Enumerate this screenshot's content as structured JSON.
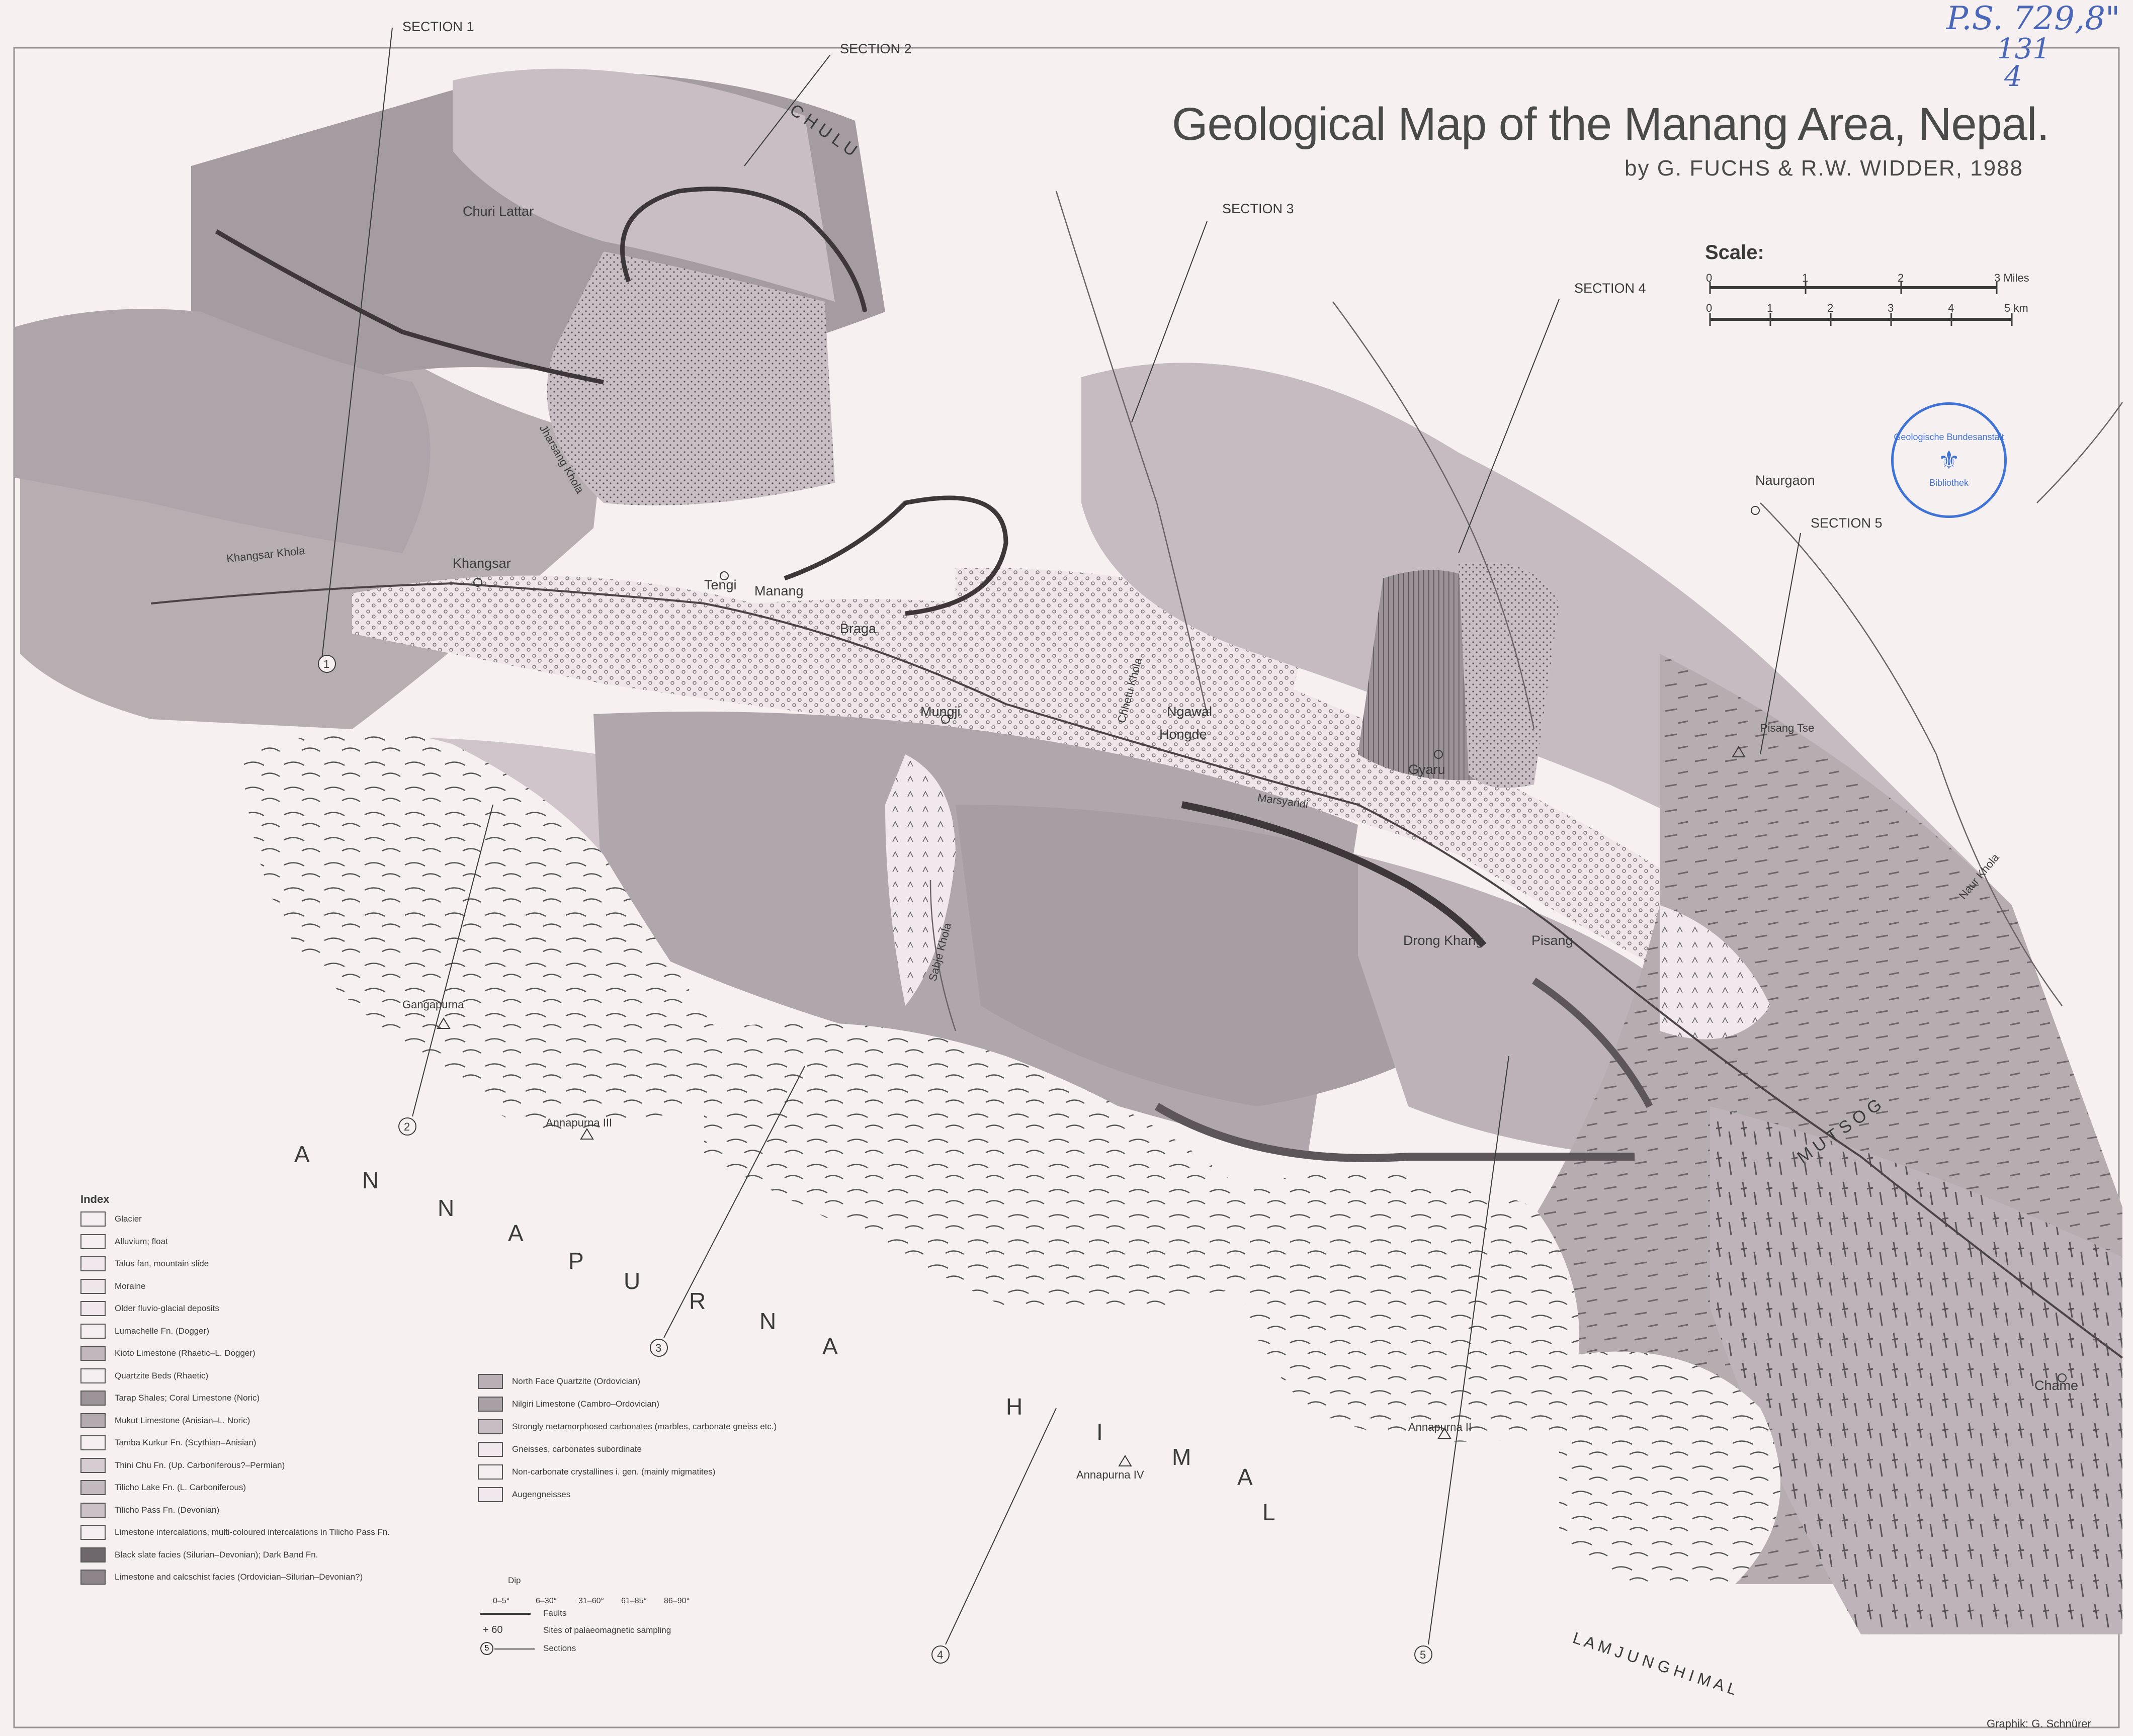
{
  "map": {
    "title": "Geological Map of the Manang Area, Nepal.",
    "authors": "by G. FUCHS & R.W. WIDDER, 1988",
    "catalog_note_line1": "P.S. 729,8\"",
    "catalog_note_line2": "131",
    "catalog_note_line3": "4",
    "credit": "Graphik: G. Schnürer",
    "colors": {
      "paper": "#f7f0f1",
      "dark_unit": "#8d8589",
      "mid_unit": "#b4abb0",
      "light_unit": "#d3c9ce",
      "pale_unit": "#e6dee2",
      "ink": "#3a3a3a",
      "stamp": "#3f73d6"
    }
  },
  "scale": {
    "title": "Scale:",
    "miles_ticks": [
      "0",
      "1",
      "2",
      "3 Miles"
    ],
    "km_ticks": [
      "0",
      "1",
      "2",
      "3",
      "4",
      "5 km"
    ]
  },
  "sections": {
    "s1": "SECTION 1",
    "s2": "SECTION 2",
    "s3": "SECTION 3",
    "s4": "SECTION 4",
    "s5": "SECTION 5",
    "m1": "1",
    "m2": "2",
    "m3": "3",
    "m4": "4",
    "m5": "5"
  },
  "places": {
    "churi_lattar": "Churi Lattar",
    "khangsar": "Khangsar",
    "khangsar_khola": "Khangsar Khola",
    "tengi": "Tengi",
    "manang": "Manang",
    "braga": "Braga",
    "mungji": "Mungji",
    "ngawal": "Ngawal",
    "hongde": "Hongde",
    "gyaru": "Gyaru",
    "pisang_tse": "Pisang Tse",
    "naurgaon": "Naurgaon",
    "drong_khang": "Drong Khang",
    "pisang": "Pisang",
    "chame": "Chame",
    "gangapurna": "Gangapurna",
    "annapurna_iii": "Annapurna III",
    "annapurna_ii": "Annapurna II",
    "annapurna_iv": "Annapurna IV",
    "naur_khola": "Naur Khola",
    "marsyandi": "Marsyandi",
    "chhetu_khola": "Chhetu Khola",
    "sabje_khola": "Sabje Khola",
    "jharsang_khola": "Jharsang Khola"
  },
  "big_names": {
    "annapurna_himal": [
      "A",
      "N",
      "N",
      "A",
      "P",
      "U",
      "R",
      "N",
      "A",
      "H",
      "I",
      "M",
      "A",
      "L"
    ],
    "chulu": "C H U L U",
    "mutsog": "M U T S O G",
    "lamjung_himal": "L A M J U N G   H I M A L"
  },
  "legend": {
    "title": "Index",
    "left": [
      {
        "label": "Glacier",
        "fill": "#f4eef0"
      },
      {
        "label": "Alluvium; float",
        "fill": "#f4eef0"
      },
      {
        "label": "Talus fan, mountain slide",
        "fill": "#f0e8ec"
      },
      {
        "label": "Moraine",
        "fill": "#efe6ea"
      },
      {
        "label": "Older fluvio-glacial deposits",
        "fill": "#f0e8ec"
      },
      {
        "label": "Lumachelle Fn. (Dogger)",
        "fill": "#f4eef0"
      },
      {
        "label": "Kioto Limestone (Rhaetic–L. Dogger)",
        "fill": "#c0b6bb"
      },
      {
        "label": "Quartzite Beds (Rhaetic)",
        "fill": "#f4eef0"
      },
      {
        "label": "Tarap Shales; Coral Limestone (Noric)",
        "fill": "#9b9397"
      },
      {
        "label": "Mukut Limestone (Anisian–L. Noric)",
        "fill": "#b4abb0"
      },
      {
        "label": "Tamba Kurkur Fn. (Scythian–Anisian)",
        "fill": "#f4eef0"
      },
      {
        "label": "Thini Chu Fn. (Up. Carboniferous?–Permian)",
        "fill": "#d6ccd1"
      },
      {
        "label": "Tilicho Lake Fn. (L. Carboniferous)",
        "fill": "#c3b9be"
      },
      {
        "label": "Tilicho Pass Fn. (Devonian)",
        "fill": "#cbc1c6"
      },
      {
        "label": "Limestone intercalations, multi-coloured intercalations in Tilicho Pass Fn.",
        "fill": "#f4eef0"
      },
      {
        "label": "Black slate facies (Silurian–Devonian); Dark Band Fn.",
        "fill": "#6e676b"
      },
      {
        "label": "Limestone and calcschist facies (Ordovician–Silurian–Devonian?)",
        "fill": "#8d8589"
      }
    ],
    "right": [
      {
        "label": "North Face Quartzite (Ordovician)",
        "fill": "#b9afb4"
      },
      {
        "label": "Nilgiri Limestone (Cambro–Ordovician)",
        "fill": "#a8a0a4"
      },
      {
        "label": "Strongly metamorphosed carbonates (marbles, carbonate gneiss etc.)",
        "fill": "#c7bdc2"
      },
      {
        "label": "Gneisses, carbonates subordinate",
        "fill": "#f0e8ec"
      },
      {
        "label": "Non-carbonate crystallines i. gen. (mainly migmatites)",
        "fill": "#f4eef0"
      },
      {
        "label": "Augengneisses",
        "fill": "#f0e8ec"
      }
    ],
    "dip_title": "Dip",
    "dips": [
      "0–5°",
      "6–30°",
      "31–60°",
      "61–85°",
      "86–90°"
    ],
    "faults_label": "Faults",
    "paleomag_symbol": "+ 60",
    "paleomag_label": "Sites of palaeomagnetic sampling",
    "section_symbol": "5",
    "sections_label": "Sections"
  },
  "stamp": {
    "top_text": "Geologische Bundesanstalt",
    "bottom_text": "Bibliothek"
  }
}
